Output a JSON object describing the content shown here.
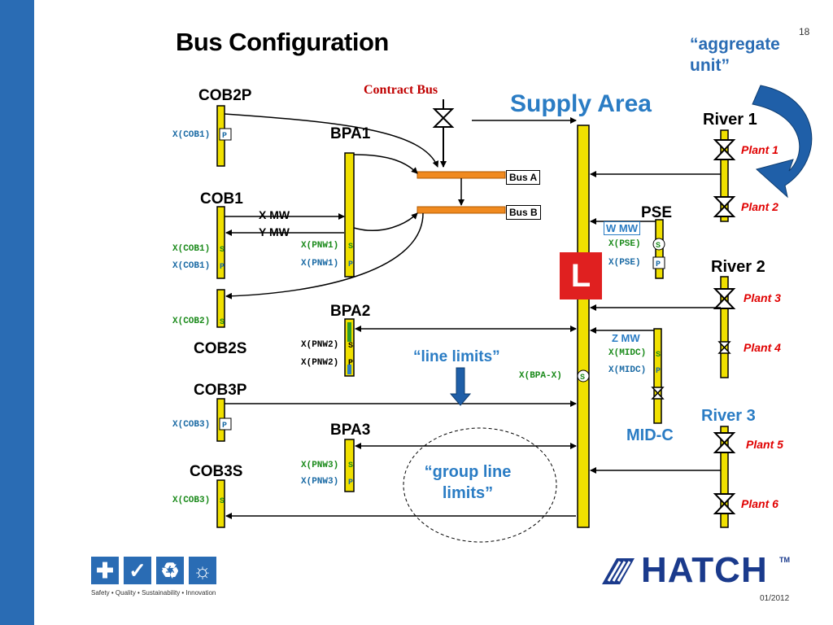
{
  "slide": {
    "title": "Bus Configuration",
    "page_number": "18",
    "aggregate_unit": "“aggregate unit”",
    "supply_area": "Supply Area",
    "contract_bus": "Contract Bus",
    "date": "01/2012"
  },
  "buses": {
    "bus_a": "Bus A",
    "bus_b": "Bus B",
    "load": "L"
  },
  "nodes": {
    "cob2p": "COB2P",
    "cob1": "COB1",
    "cob2s": "COB2S",
    "cob3p": "COB3P",
    "cob3s": "COB3S",
    "bpa1": "BPA1",
    "bpa2": "BPA2",
    "bpa3": "BPA3",
    "pse": "PSE",
    "midc": "MID-C"
  },
  "rivers": {
    "river1": "River 1",
    "river2": "River 2",
    "river3": "River 3"
  },
  "plants": [
    "Plant 1",
    "Plant 2",
    "Plant 3",
    "Plant 4",
    "Plant 5",
    "Plant 6"
  ],
  "flows": {
    "x_mw": "X MW",
    "y_mw": "Y MW",
    "w_mw": "W MW",
    "z_mw": "Z MW",
    "line_limits": "“line limits”",
    "group_line_limits": "“group line limits”"
  },
  "unit_labels": {
    "cob1p_top": "X(COB1)",
    "cob1s": "X(COB1)",
    "cob1p": "X(COB1)",
    "cob2s": "X(COB2)",
    "cob3p": "X(COB3)",
    "cob3s": "X(COB3)",
    "pnw1s": "X(PNW1)",
    "pnw1p": "X(PNW1)",
    "pnw2s": "X(PNW2)",
    "pnw2p": "X(PNW2)",
    "pnw3s": "X(PNW3)",
    "pnw3p": "X(PNW3)",
    "pse_s": "X(PSE)",
    "pse_p": "X(PSE)",
    "midc_s": "X(MIDC)",
    "midc_p": "X(MIDC)",
    "bpa_x": "X(BPA-X)"
  },
  "footer": {
    "logo_text": "HATCH",
    "trademark": "TM",
    "tagline": "Safety • Quality • Sustainability • Innovation",
    "icons": [
      "plus-icon",
      "check-icon",
      "recycle-icon",
      "lightbulb-icon"
    ]
  },
  "colors": {
    "accent_blue": "#2a6cb4",
    "bar_yellow": "#f0e000",
    "bus_orange": "#f08a20",
    "load_red": "#e02020",
    "plant_red": "#e00000",
    "label_green": "#1a8a1a"
  }
}
